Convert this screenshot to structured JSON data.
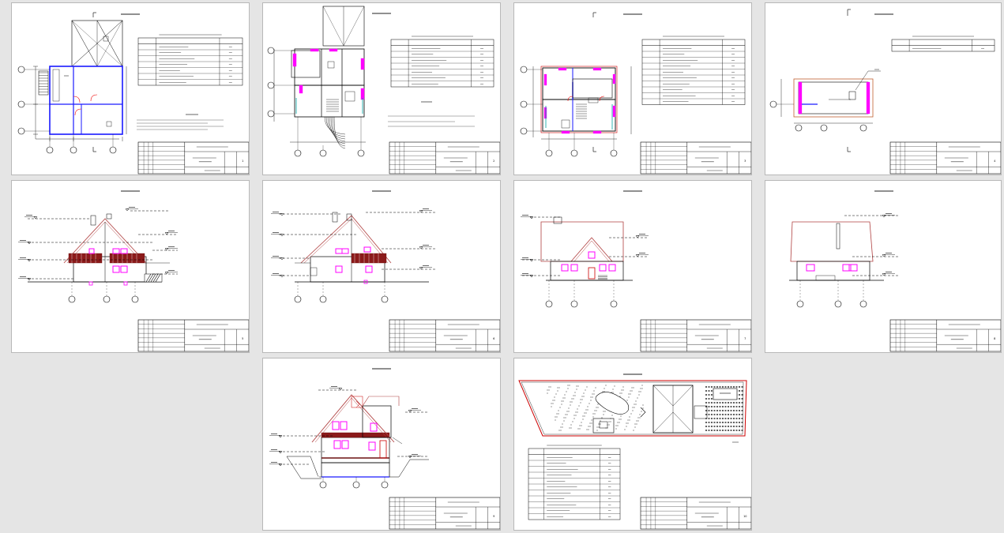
{
  "sheets": [
    {
      "id": "plan-1",
      "title": "",
      "number": "1"
    },
    {
      "id": "plan-2",
      "title": "",
      "number": "2"
    },
    {
      "id": "plan-3",
      "title": "",
      "number": "3"
    },
    {
      "id": "plan-4",
      "title": "",
      "number": "4"
    },
    {
      "id": "facade-1",
      "title": "",
      "number": "5"
    },
    {
      "id": "facade-2",
      "title": "",
      "number": "6"
    },
    {
      "id": "facade-3",
      "title": "",
      "number": "7"
    },
    {
      "id": "facade-4",
      "title": "",
      "number": "8"
    },
    {
      "id": "section",
      "title": "",
      "number": "9"
    },
    {
      "id": "site-plan",
      "title": "",
      "number": "10"
    }
  ],
  "colors": {
    "sheet_bg": "#ffffff",
    "line": "#000000",
    "wall": "#1a1aff",
    "window": "#ff00ff",
    "roof_fill": "#8b1a1a",
    "grid_axis": "#000000",
    "background": "#e5e5e5"
  },
  "icons": {
    "axis_marker": "circle-axis-icon",
    "level_marker": "level-triangle-icon",
    "north_arrow": "north-arrow-icon"
  }
}
